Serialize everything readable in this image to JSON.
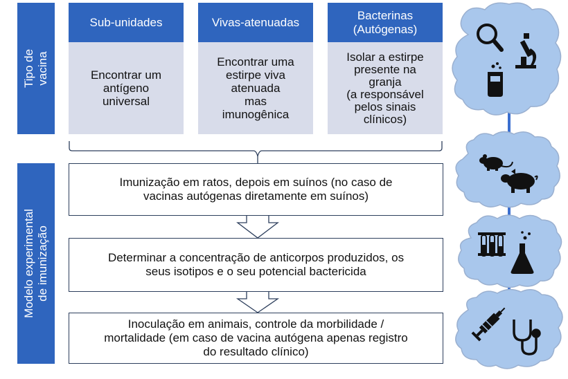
{
  "side_labels": {
    "vaccine_type": [
      "Tipo de",
      "vacina"
    ],
    "experimental_model": [
      "Modelo experimental",
      "de imunização"
    ]
  },
  "columns": [
    {
      "header": [
        "Sub-unidades"
      ],
      "body": [
        "Encontrar um",
        "antígeno",
        "universal"
      ]
    },
    {
      "header": [
        "Vivas-atenuadas"
      ],
      "body": [
        "Encontrar uma",
        "estirpe viva",
        "atenuada",
        "mas",
        "imunogênica"
      ]
    },
    {
      "header": [
        "Bacterinas",
        "(Autógenas)"
      ],
      "body": [
        "Isolar a estirpe",
        "presente na",
        "granja",
        "(a responsável",
        "pelos sinais",
        "clínicos)"
      ]
    }
  ],
  "steps": [
    [
      "Imunização em ratos, depois em suínos (no caso de",
      "vacinas autógenas diretamente em suínos)"
    ],
    [
      "Determinar a concentração de anticorpos produzidos, os",
      "seus isotipos e o seu potencial bactericida"
    ],
    [
      "Inoculação em animais, controle da morbilidade /",
      "mortalidade (em caso de vacina autógena apenas registro",
      "do resultado clínico)"
    ]
  ],
  "clouds": [
    {
      "icons": [
        "magnifier-icon",
        "microscope-icon",
        "beaker-icon"
      ]
    },
    {
      "icons": [
        "rat-icon",
        "pig-icon"
      ]
    },
    {
      "icons": [
        "test-tubes-icon",
        "flask-icon"
      ]
    },
    {
      "icons": [
        "syringe-icon",
        "stethoscope-icon"
      ]
    }
  ],
  "colors": {
    "accent": "#2f65be",
    "panel": "#d8dcea",
    "cloud": "#a9c7ec",
    "cloud_border": "#9ab0d0",
    "arrow": "#3b6fcf"
  }
}
